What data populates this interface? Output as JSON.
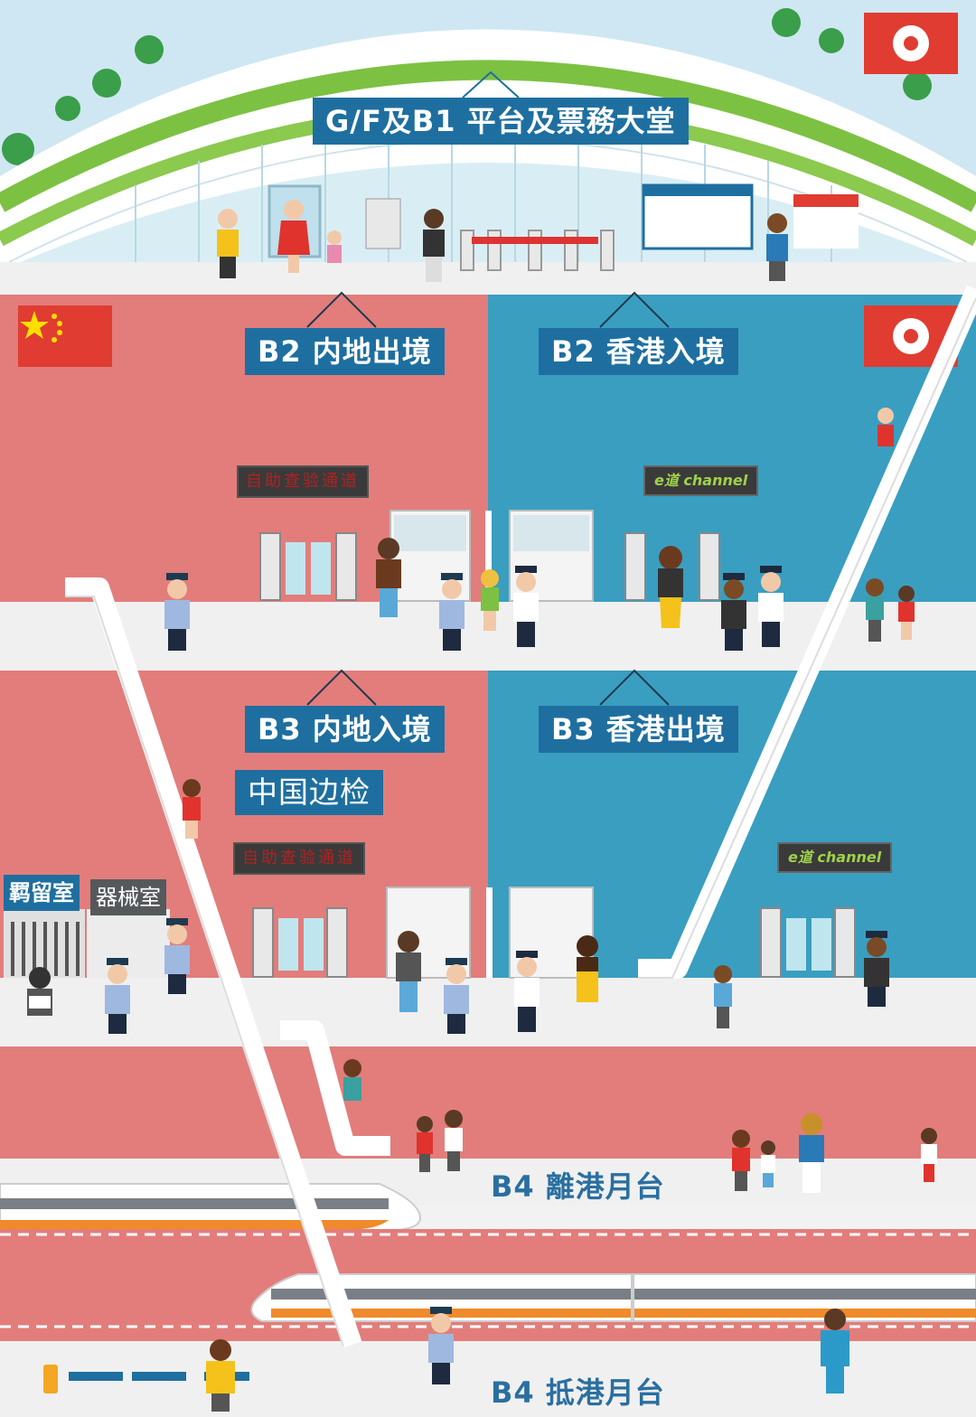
{
  "levels": {
    "gf_b1": "G/F及B1 平台及票務大堂",
    "b2_mainland_departure": "B2 内地出境",
    "b2_hk_arrival": "B2 香港入境",
    "b3_mainland_arrival": "B3 内地入境",
    "b3_china_border": "中国边检",
    "b3_hk_departure": "B3 香港出境",
    "b4_departure_platform": "B4 離港月台",
    "b4_arrival_platform": "B4 抵港月台"
  },
  "signs": {
    "self_service_channel": "自助查验通道",
    "echannel": "e道 channel"
  },
  "rooms": {
    "detention_room": "羁留室",
    "equipment_room": "器械室"
  },
  "icons": [
    "hong-kong-flag-icon",
    "china-flag-icon",
    "train-icon",
    "escalator-icon",
    "person-icon",
    "police-officer-icon",
    "e-gate-icon",
    "immigration-booth-icon",
    "bench-icon",
    "tree-icon"
  ],
  "colors": {
    "mainland_zone": "#e27d7b",
    "hk_zone": "#3a9ec0",
    "label_box": "#1e6fa0",
    "roof_green": "#7dc143",
    "floor_band": "#f0f0f0"
  }
}
